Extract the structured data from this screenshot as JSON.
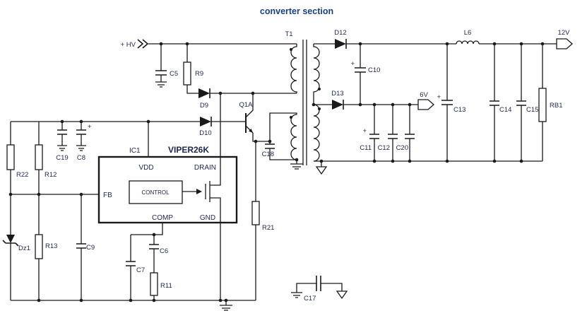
{
  "title": "converter section",
  "colors": {
    "title": "#1a3f8f",
    "label": "#1c2755",
    "wire": "#1a1a1a"
  },
  "labels": {
    "hv": "+ HV",
    "t1": "T1",
    "d9": "D9",
    "d10": "D10",
    "d12": "D12",
    "d13": "D13",
    "q1a": "Q1A",
    "c5": "C5",
    "r9": "R9",
    "c18": "C18",
    "c10": "C10",
    "l6": "L6",
    "out12": "12V",
    "out6": "6V",
    "c13": "C13",
    "c14": "C14",
    "c15": "C15",
    "rb1": "RB1",
    "c11": "C11",
    "c12": "C12",
    "c20": "C20",
    "c19": "C19",
    "c8": "C8",
    "r22": "R22",
    "r12": "R12",
    "r13": "R13",
    "c9": "C9",
    "dz1": "Dz1",
    "ic1": "IC1",
    "part": "VIPER26K",
    "vdd": "VDD",
    "drain": "DRAIN",
    "fb": "FB",
    "comp": "COMP",
    "gnd": "GND",
    "control": "CONTROL",
    "c6": "C6",
    "c7": "C7",
    "r11": "R11",
    "r21": "R21",
    "c17": "C17",
    "plus": "+"
  }
}
